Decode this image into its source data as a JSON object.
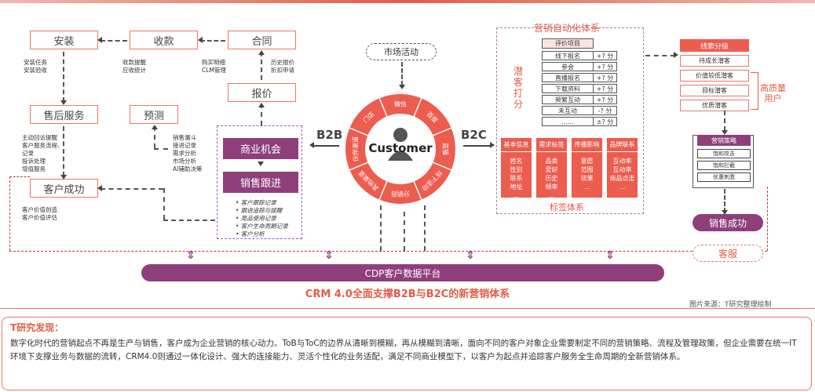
{
  "left_flow": {
    "install": "安装",
    "collect": "收款",
    "contract": "合同",
    "install_notes": "安装任务\n安装验收",
    "collect_notes": "收款提醒\n应收统计",
    "contract_notes": "购买明细\nCLM管理",
    "contract_notes2": "历史报价\n折扣申请",
    "quote": "报价",
    "after_sales": "售后服务",
    "forecast": "预测",
    "after_sales_notes": "主动回访提醒\n客户服务流程、\n记录\n投诉处理\n增值服务",
    "forecast_notes": "销售漏斗\n接进记录\n需求分析\n市场分析\nAI辅助决策",
    "customer_success": "客户成功",
    "customer_success_notes": "客户价值创造\n客户价值评估",
    "biz_opportunity": "商业机会",
    "sales_follow": "销售跟进",
    "follow_items": [
      "客户跟踪记录",
      "跟进追踪与提醒",
      "竞品使用记录",
      "客户生命周期记录",
      "客户分析"
    ]
  },
  "center": {
    "market_activity": "市场活动",
    "customer": "Customer",
    "b2b": "B2B",
    "b2c": "B2C",
    "ring_segments": [
      "微信",
      "百度",
      "直播",
      "线下活动",
      "分销商",
      "其他\n渠道",
      "伙伴渠道",
      "门店"
    ]
  },
  "automation": {
    "title": "营销自动化体系",
    "side_label": "潜\n客\n打\n分",
    "score_header": "评价项目",
    "score_rows": [
      {
        "label": "线下报名",
        "value": "+? 分"
      },
      {
        "label": "参会",
        "value": "+? 分"
      },
      {
        "label": "直播报名",
        "value": "+? 分"
      },
      {
        "label": "下载资料",
        "value": "+? 分"
      },
      {
        "label": "频繁互动",
        "value": "+? 分"
      },
      {
        "label": "未互动",
        "value": "-? 分"
      },
      {
        "label": "......",
        "value": "±? 分"
      }
    ],
    "tags": [
      {
        "head": "基本信息",
        "body": "姓名\n性别\n联系\n地址\n..."
      },
      {
        "head": "需求标签",
        "body": "品类\n爱好\n历史\n频率\n..."
      },
      {
        "head": "传播影响",
        "body": "意愿\n范围\n效果\n..."
      },
      {
        "head": "品牌联系",
        "body": "互动率\n互动率\n商品点击\n..."
      }
    ],
    "tag_system": "标签体系"
  },
  "right": {
    "lead_grade": "线索分级",
    "leads": [
      "待成长潜客",
      "价值较低潜客",
      "目标潜客",
      "优质潜客"
    ],
    "high_quality": "高质量\n用户",
    "strategy": "营销策略",
    "strategies": [
      "饱和攻击",
      "饱和拦截",
      "优惠刺激"
    ],
    "sales_success": "销售成功",
    "service": "客服"
  },
  "cdp": "CDP客户数据平台",
  "headline": "CRM 4.0全面支撑B2B与B2C的新营销体系",
  "source": "图片来源：T研究整理绘制",
  "finding": {
    "title": "T研究发现：",
    "text": "数字化时代的营销起点不再是生产与销售，客户成为企业营销的核心动力。ToB与ToC的边界从清晰到模糊，再从模糊到清晰，面向不同的客户对象企业需要制定不同的营销策略、流程及管理政策，但企业需要在统一IT环境下支撑业务与数据的流转，CRM4.0则通过一体化设计、强大的连接能力、灵活个性化的业务适配，满足不同商业模型下，以客户为起点并追踪客户服务全生命周期的全新营销体系。"
  },
  "colors": {
    "accent": "#e25c49",
    "purple": "#8e3f7b",
    "cdp": "#8e3f7b"
  }
}
